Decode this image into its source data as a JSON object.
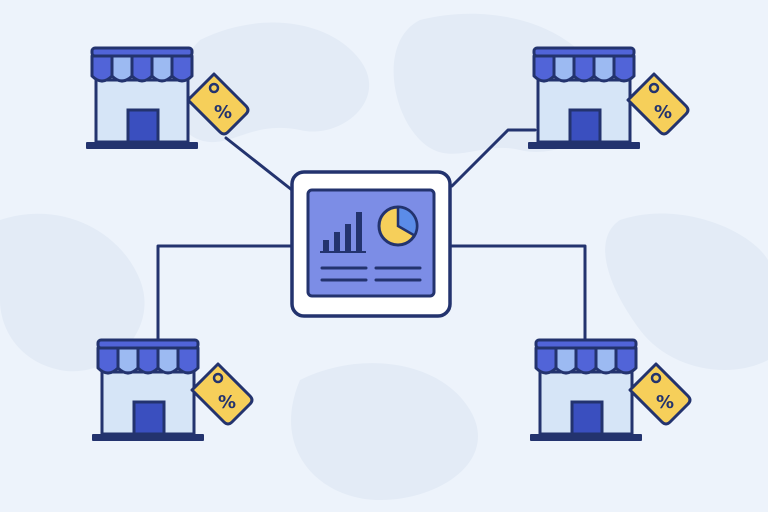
{
  "colors": {
    "background": "#edf3fb",
    "map_blob": "#e3ebf6",
    "outline": "#23336e",
    "awning_dark": "#5164d8",
    "awning_light": "#9cbaf2",
    "store_wall": "#d6e5f7",
    "door": "#3a4fbf",
    "tag": "#f6cf5a",
    "dashboard_frame": "#ffffff",
    "dashboard_screen": "#7c8de6",
    "chart_bar": "#23336e",
    "pie_main": "#f6cf5a",
    "pie_slice": "#5b8ce8"
  },
  "diagram": {
    "hub": {
      "name": "dashboard-hub",
      "icon": "analytics-dashboard-icon"
    },
    "nodes": [
      {
        "name": "store-top-left",
        "icon": "storefront-icon",
        "tag_icon": "discount-tag-icon",
        "tag_text": "%"
      },
      {
        "name": "store-top-right",
        "icon": "storefront-icon",
        "tag_icon": "discount-tag-icon",
        "tag_text": "%"
      },
      {
        "name": "store-bottom-left",
        "icon": "storefront-icon",
        "tag_icon": "discount-tag-icon",
        "tag_text": "%"
      },
      {
        "name": "store-bottom-right",
        "icon": "storefront-icon",
        "tag_icon": "discount-tag-icon",
        "tag_text": "%"
      }
    ],
    "connections": [
      {
        "from": "dashboard-hub",
        "to": "store-top-left"
      },
      {
        "from": "dashboard-hub",
        "to": "store-top-right"
      },
      {
        "from": "dashboard-hub",
        "to": "store-bottom-left"
      },
      {
        "from": "dashboard-hub",
        "to": "store-bottom-right"
      }
    ]
  }
}
